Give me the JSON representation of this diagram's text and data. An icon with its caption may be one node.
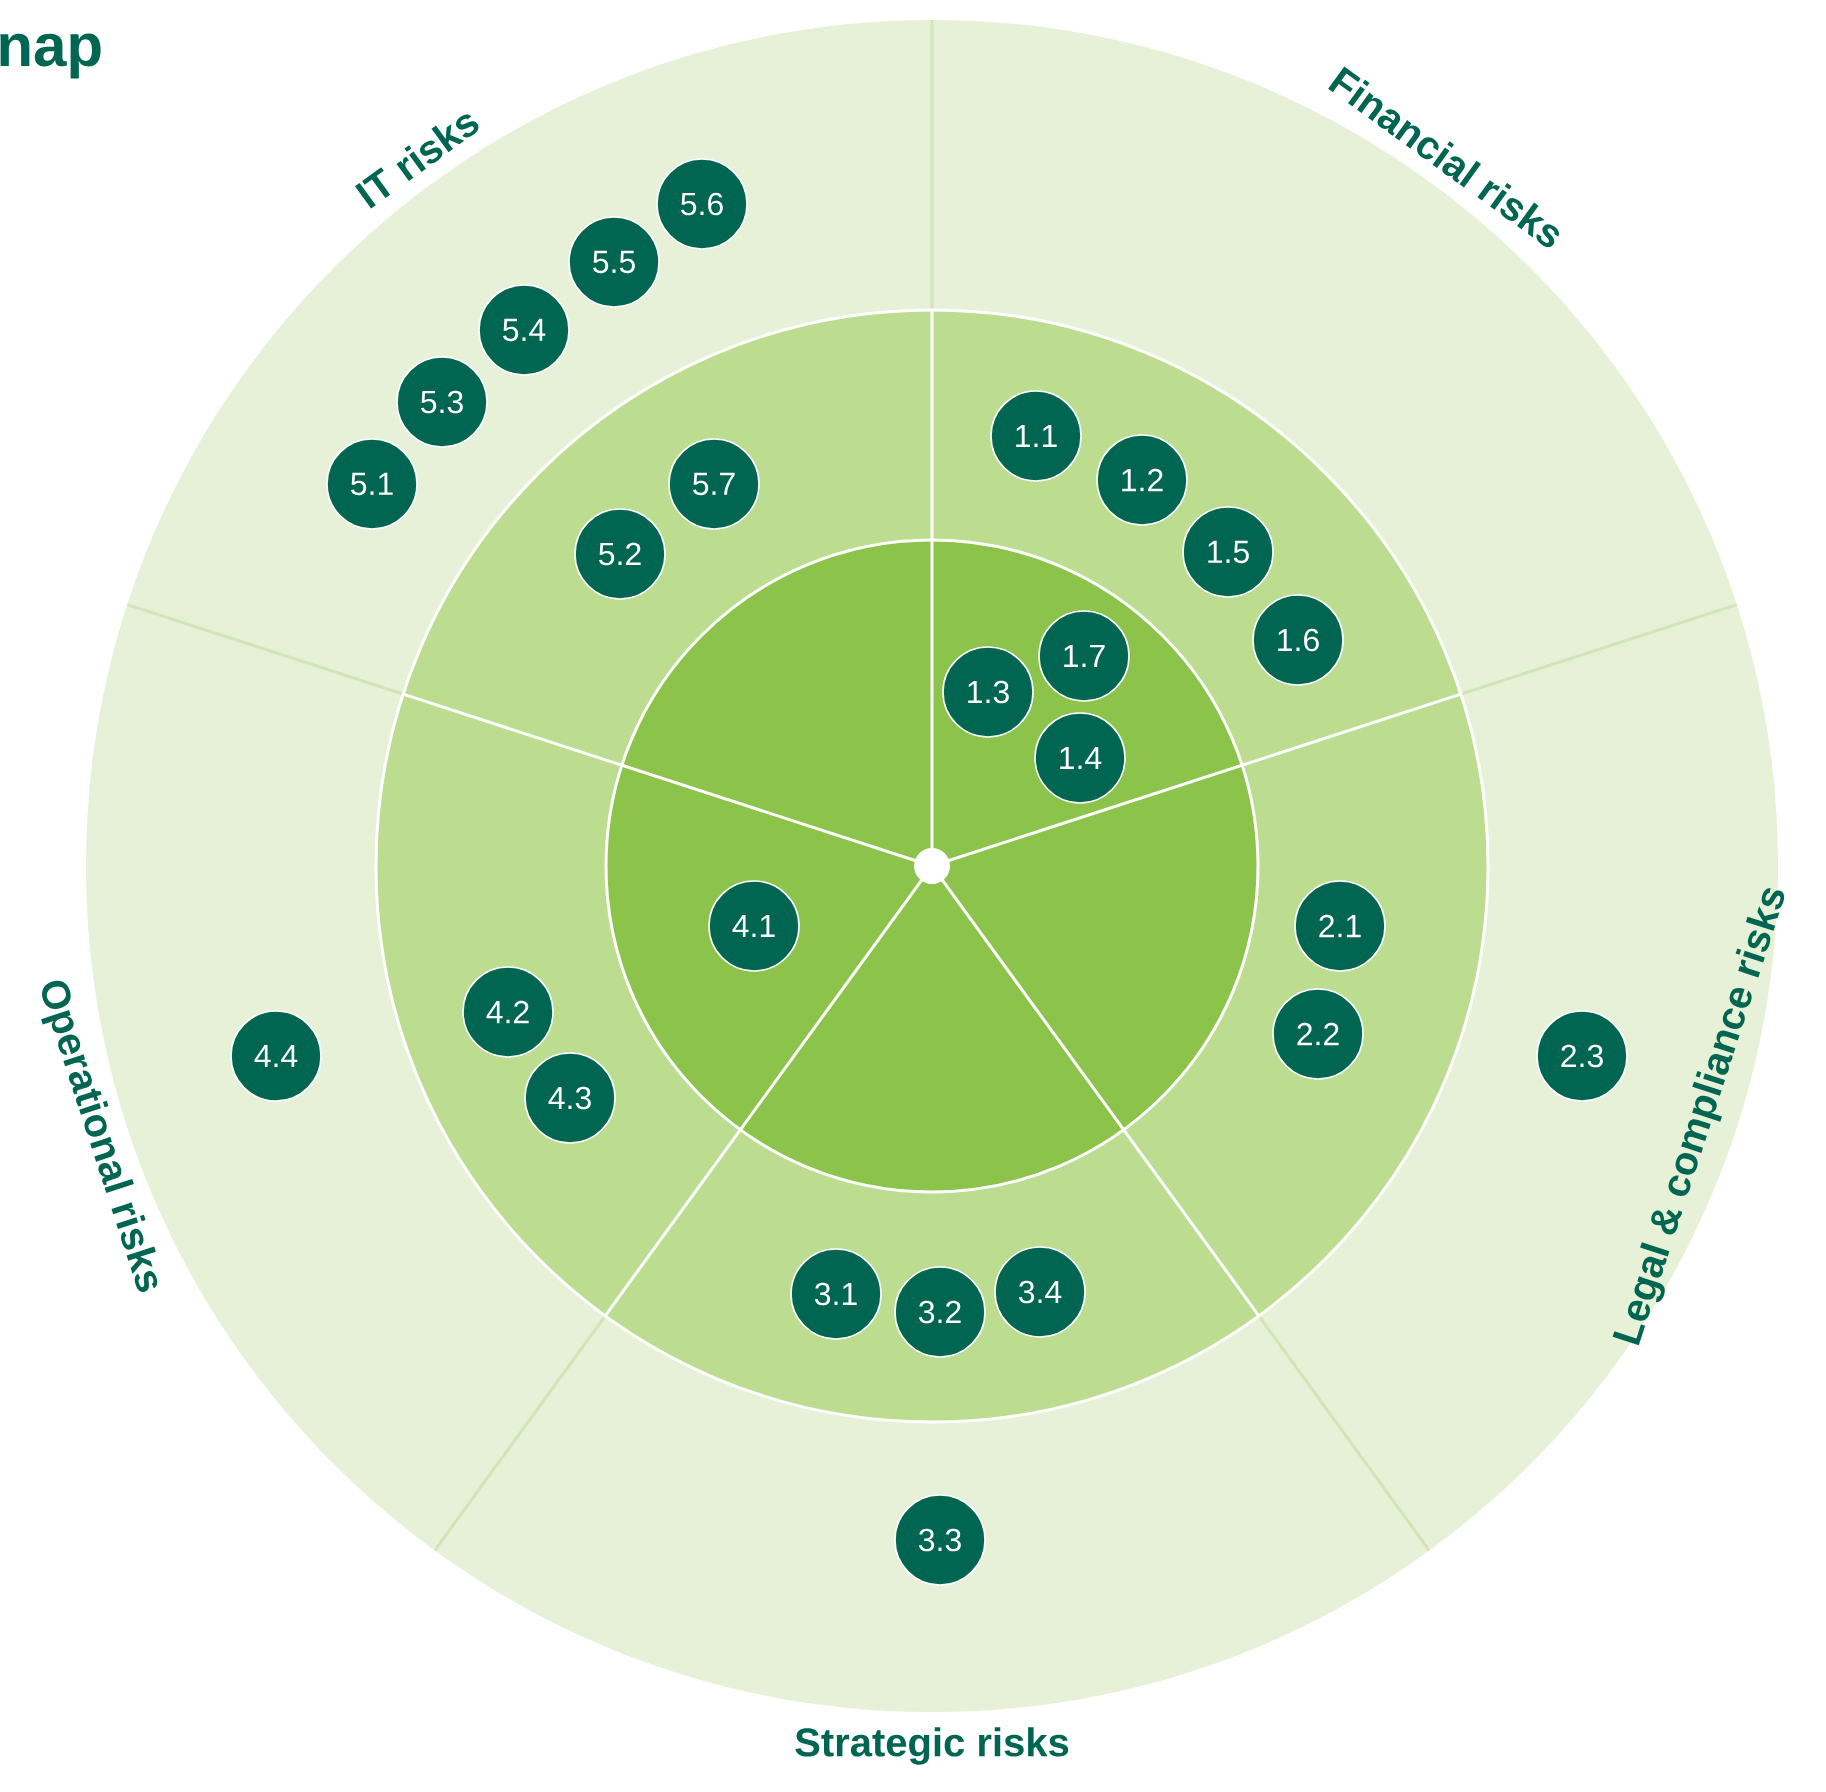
{
  "diagram": {
    "title": "nap",
    "nodes": [
      {
        "text": [
          "1.1"
        ]
      },
      {
        "text": [
          "1.2"
        ]
      },
      {
        "text": [
          "1.3"
        ]
      },
      {
        "text": [
          "1.4"
        ]
      },
      {
        "text": [
          "1.5"
        ]
      },
      {
        "text": [
          "1.6"
        ]
      },
      {
        "text": [
          "1.7"
        ]
      },
      {
        "text": [
          "2.1"
        ]
      },
      {
        "text": [
          "2.2"
        ]
      },
      {
        "text": [
          "2.3"
        ]
      },
      {
        "text": [
          "3.1"
        ]
      },
      {
        "text": [
          "3.2"
        ]
      },
      {
        "text": [
          "3.3"
        ]
      },
      {
        "text": [
          "3.4"
        ]
      },
      {
        "text": [
          "4.1"
        ]
      },
      {
        "text": [
          "4.2"
        ]
      },
      {
        "text": [
          "4.3"
        ]
      },
      {
        "text": [
          "4.4"
        ]
      },
      {
        "text": [
          "5.1"
        ]
      },
      {
        "text": [
          "5.2"
        ]
      },
      {
        "text": [
          "5.3"
        ]
      },
      {
        "text": [
          "5.4"
        ]
      },
      {
        "text": [
          "5.5"
        ]
      },
      {
        "text": [
          "5.6"
        ]
      },
      {
        "text": [
          "5.7"
        ]
      }
    ],
    "labels": [
      "IT risks",
      "Financial risks",
      "Legal & compliance risks",
      "Strategic risks",
      "Operational risks"
    ]
  }
}
